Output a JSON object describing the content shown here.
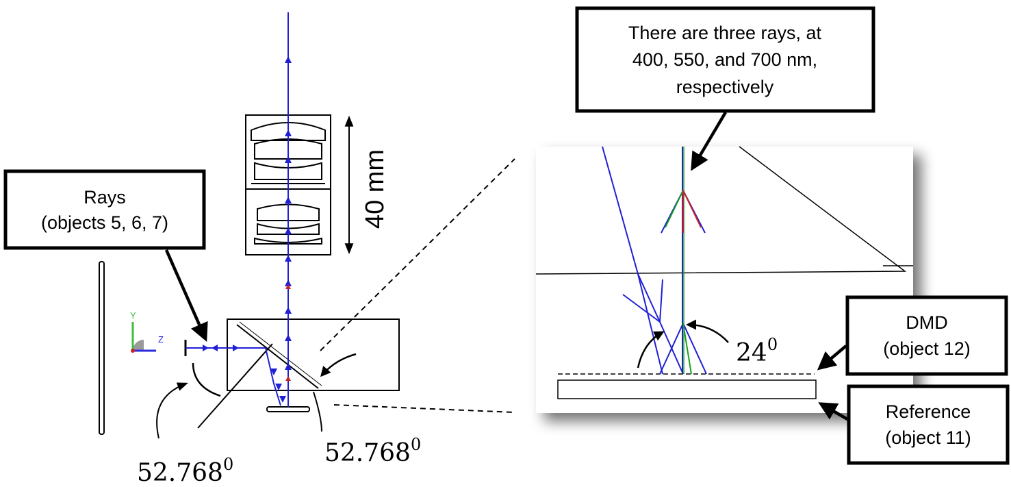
{
  "callouts": {
    "rays": {
      "line1": "Rays",
      "line2": "(objects 5, 6, 7)"
    },
    "three_rays": {
      "line1": "There are three rays, at",
      "line2": "400, 550, and 700 nm,",
      "line3": "respectively"
    },
    "dmd": {
      "line1": "DMD",
      "line2": "(object 12)"
    },
    "reference": {
      "line1": "Reference",
      "line2": "(object 11)"
    }
  },
  "dimension": {
    "label": "40 mm"
  },
  "angles": {
    "left": {
      "value": "52.768",
      "sup": "0"
    },
    "right": {
      "value": "52.768",
      "sup": "0"
    },
    "inset": {
      "value": "24",
      "sup": "0"
    }
  },
  "axes": {
    "y": "Y",
    "z": "Z"
  },
  "colors": {
    "ray_blue": "#1f1fd6",
    "ray_red": "#cc2222",
    "ray_green": "#1aa01a",
    "axis_y": "#3cbf3c",
    "axis_z": "#2a2ae0",
    "outline": "#000000"
  }
}
